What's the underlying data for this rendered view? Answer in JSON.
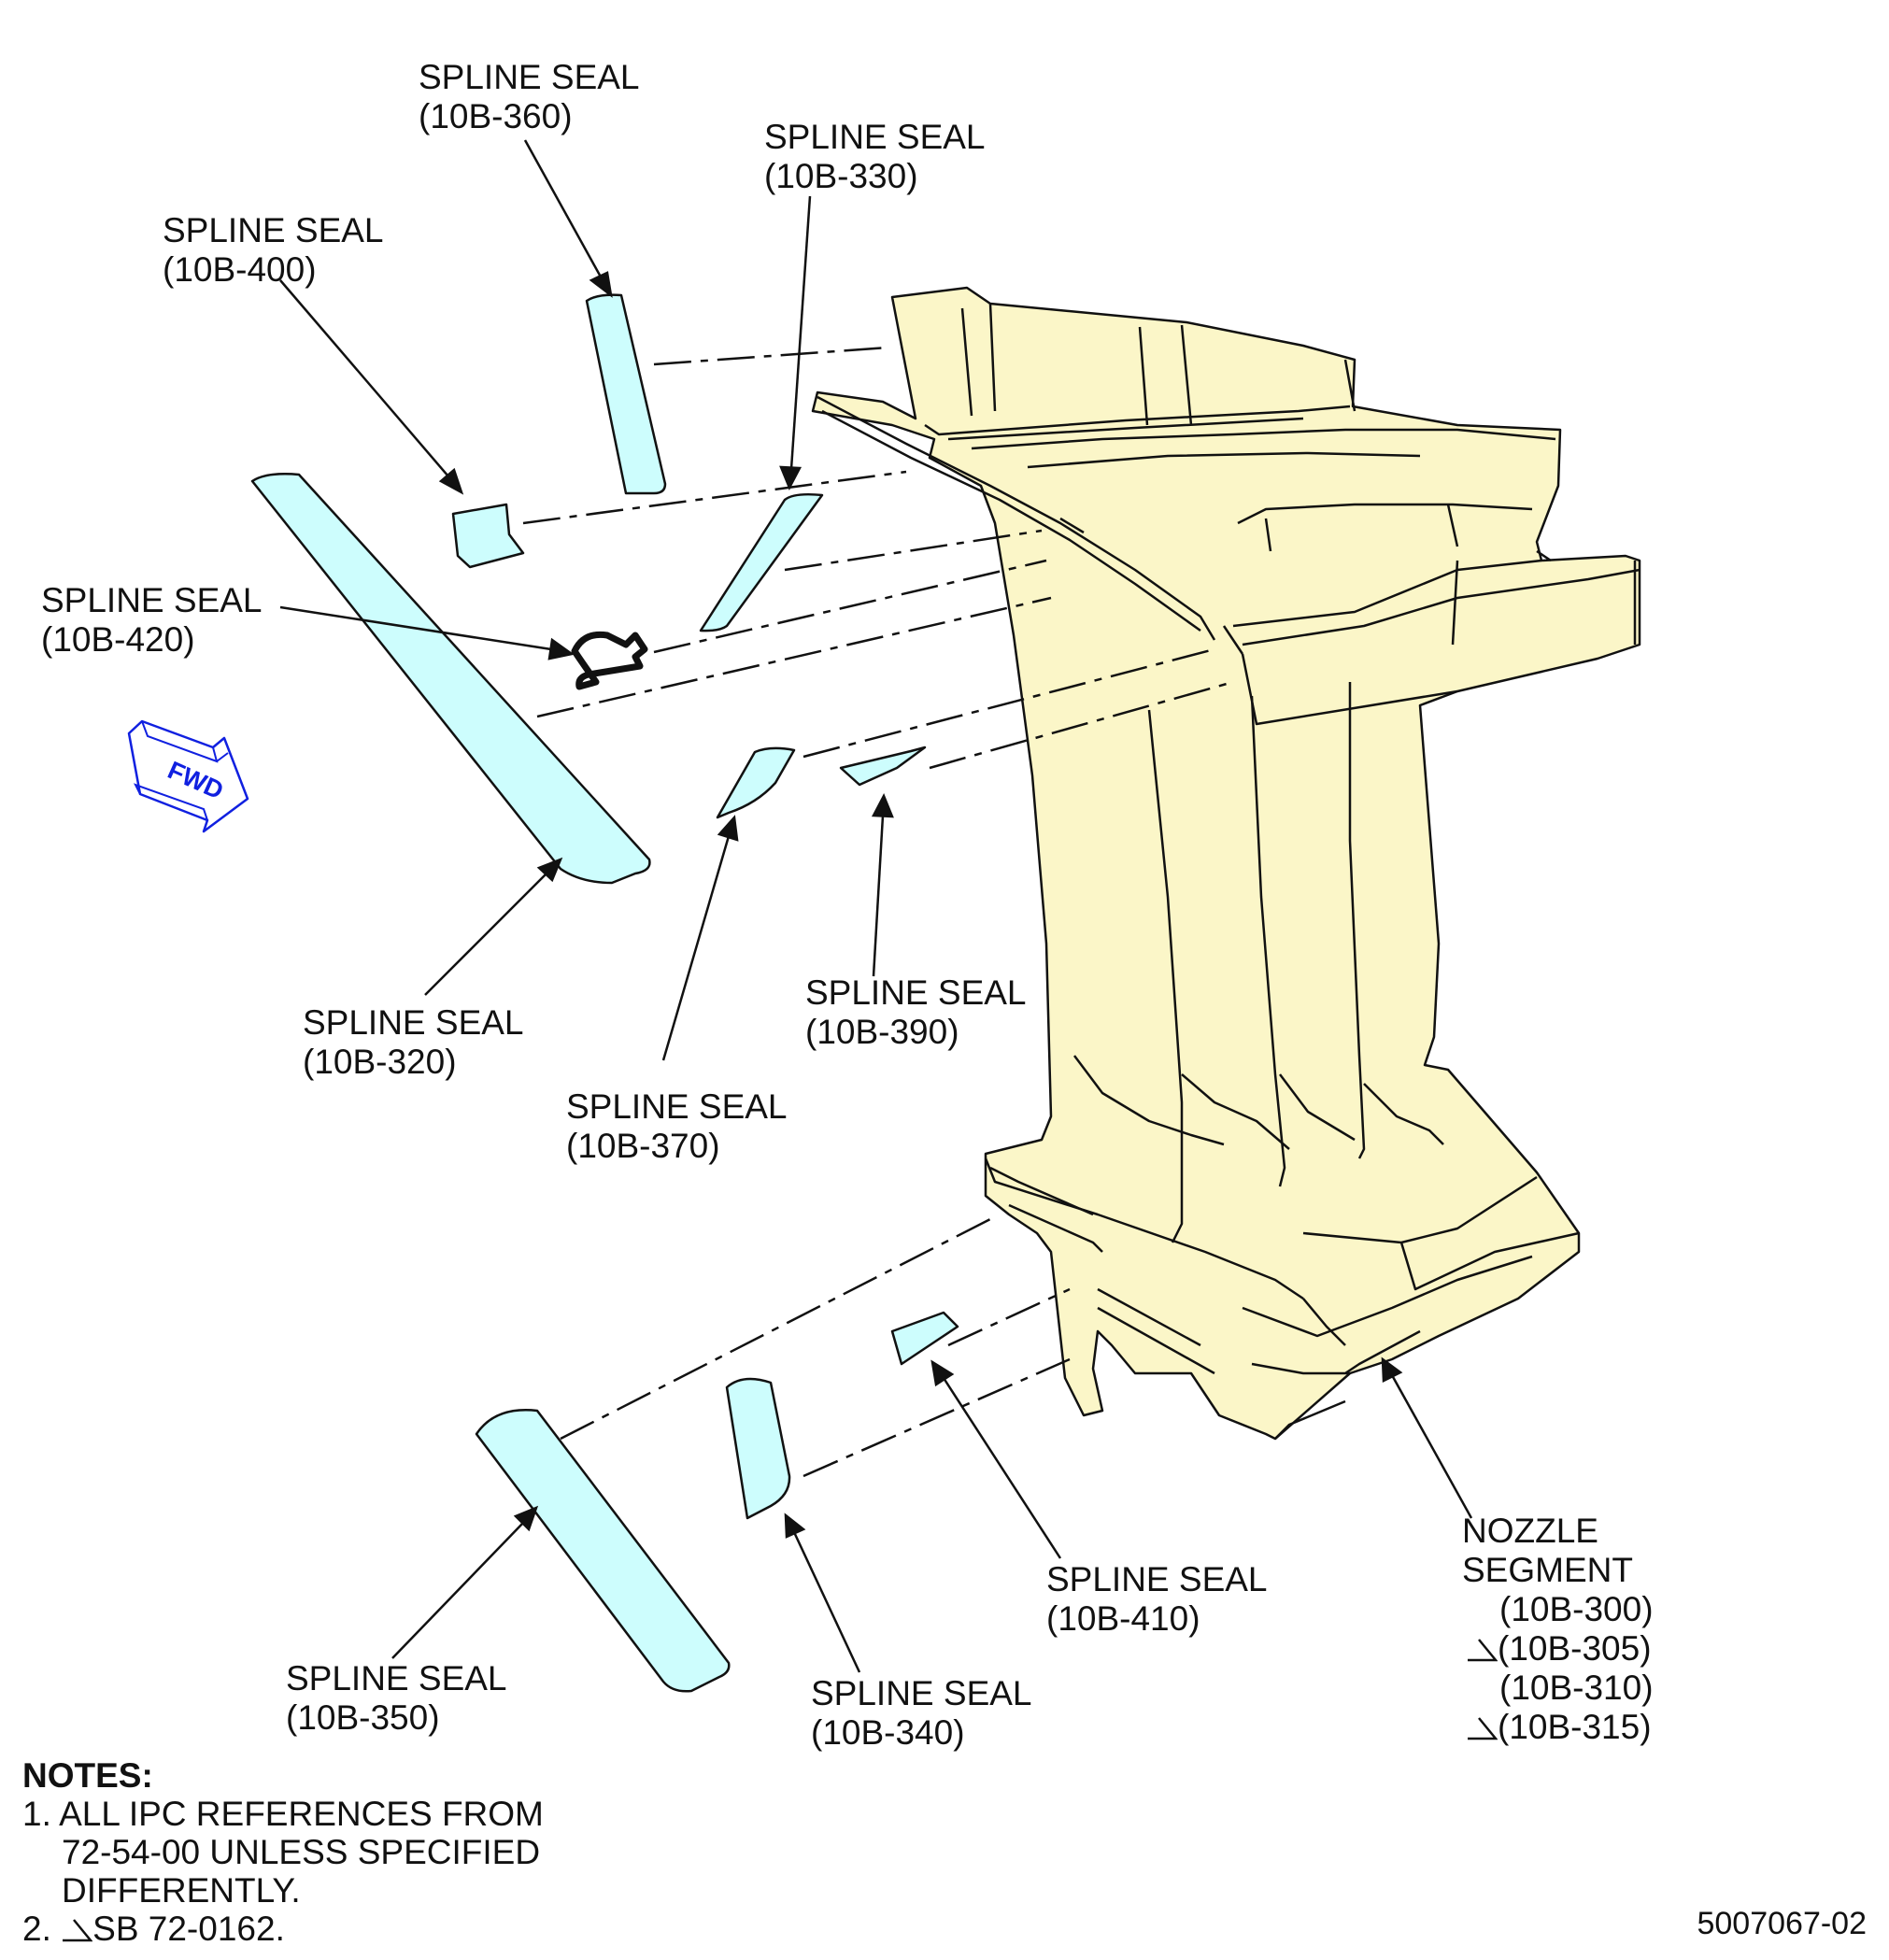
{
  "labels": {
    "seal_360": {
      "name": "SPLINE SEAL",
      "ref": "(10B-360)"
    },
    "seal_330": {
      "name": "SPLINE SEAL",
      "ref": "(10B-330)"
    },
    "seal_400": {
      "name": "SPLINE SEAL",
      "ref": "(10B-400)"
    },
    "seal_420": {
      "name": "SPLINE SEAL",
      "ref": "(10B-420)"
    },
    "seal_320": {
      "name": "SPLINE SEAL",
      "ref": "(10B-320)"
    },
    "seal_390": {
      "name": "SPLINE SEAL",
      "ref": "(10B-390)"
    },
    "seal_370": {
      "name": "SPLINE SEAL",
      "ref": "(10B-370)"
    },
    "seal_410": {
      "name": "SPLINE SEAL",
      "ref": "(10B-410)"
    },
    "seal_350": {
      "name": "SPLINE SEAL",
      "ref": "(10B-350)"
    },
    "seal_340": {
      "name": "SPLINE SEAL",
      "ref": "(10B-340)"
    },
    "nozzle": {
      "name_line1": "NOZZLE",
      "name_line2": "SEGMENT",
      "refs": [
        "(10B-300)",
        "(10B-305)",
        "(10B-310)",
        "(10B-315)"
      ]
    }
  },
  "direction_arrow": "FWD",
  "notes": {
    "heading": "NOTES:",
    "note1_line1": "1. ALL IPC REFERENCES FROM",
    "note1_line2": "72-54-00 UNLESS SPECIFIED",
    "note1_line3": "DIFFERENTLY.",
    "note2_prefix": "2.",
    "note2_text": "SB 72-0162."
  },
  "figure_id": "5007067-02",
  "colors": {
    "nozzle_fill": "#fbf6c8",
    "seal_fill": "#cdfdfd",
    "line": "#111111",
    "fwd_arrow": "#1020e0"
  }
}
